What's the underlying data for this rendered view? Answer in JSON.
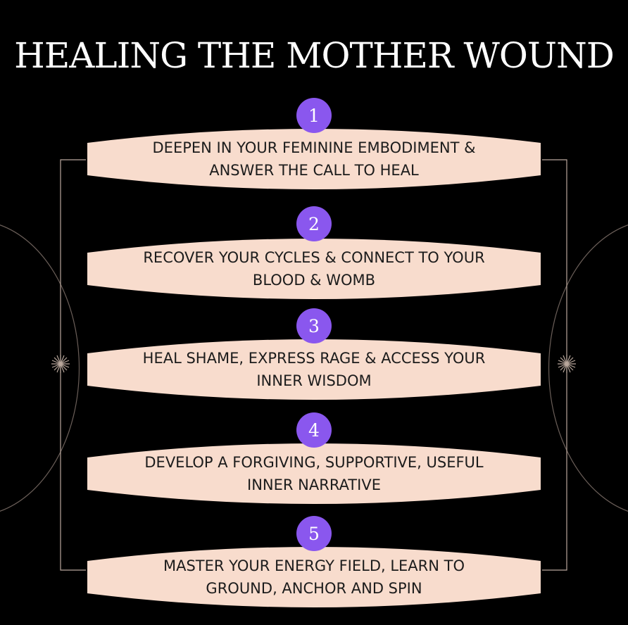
{
  "title": "HEALING THE MOTHER WOUND",
  "colors": {
    "background": "#000000",
    "banner": "#f8dccd",
    "badge": "#8a57ee",
    "line": "#b9a79c",
    "title_text": "#ffffff",
    "step_text": "#1c1c1c"
  },
  "steps": [
    {
      "number": "1",
      "line1": "DEEPEN IN YOUR FEMININE EMBODIMENT &",
      "line2": "ANSWER THE CALL TO HEAL"
    },
    {
      "number": "2",
      "line1": "RECOVER YOUR CYCLES & CONNECT TO YOUR",
      "line2": "BLOOD & WOMB"
    },
    {
      "number": "3",
      "line1": "HEAL SHAME, EXPRESS RAGE & ACCESS YOUR",
      "line2": "INNER WISDOM"
    },
    {
      "number": "4",
      "line1": "DEVELOP A FORGIVING, SUPPORTIVE, USEFUL",
      "line2": "INNER NARRATIVE"
    },
    {
      "number": "5",
      "line1": "MASTER YOUR ENERGY FIELD, LEARN TO",
      "line2": "GROUND, ANCHOR AND SPIN"
    }
  ]
}
